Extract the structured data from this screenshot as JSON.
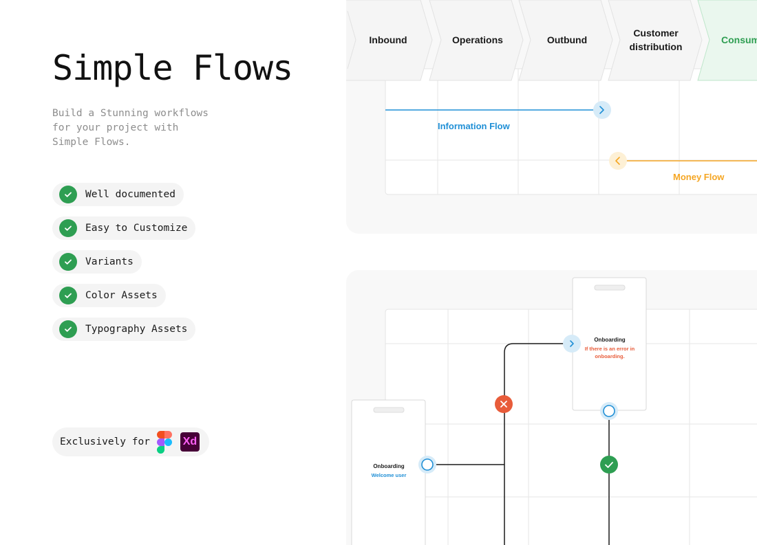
{
  "hero": {
    "title": "Simple Flows",
    "subtitle_lines": [
      "Build a Stunning workflows",
      "for your project with",
      "Simple Flows."
    ]
  },
  "features": [
    {
      "label": "Well documented"
    },
    {
      "label": "Easy to Customize"
    },
    {
      "label": "Variants"
    },
    {
      "label": "Color Assets"
    },
    {
      "label": "Typography Assets"
    }
  ],
  "exclusive": {
    "label": "Exclusively for",
    "tools": [
      "figma-icon",
      "xd-icon"
    ],
    "xd_text": "Xd"
  },
  "stages": [
    {
      "lines": [
        "Inbound"
      ]
    },
    {
      "lines": [
        "Operations"
      ]
    },
    {
      "lines": [
        "Outbund"
      ]
    },
    {
      "lines": [
        "Customer",
        "distribution"
      ]
    },
    {
      "lines": [
        "Consum"
      ]
    }
  ],
  "flows": {
    "information": {
      "label": "Information Flow",
      "color": "#1f8fd6"
    },
    "money": {
      "label": "Money Flow",
      "color": "#f5a623"
    }
  },
  "cards": {
    "onboarding_error": {
      "title": "Onboarding",
      "lines": [
        "If there is an error in",
        "onboarding."
      ],
      "color": "#e85c3a"
    },
    "onboarding_welcome": {
      "title": "Onboarding",
      "lines": [
        "Welcome user"
      ],
      "color": "#1f8fd6"
    }
  },
  "colors": {
    "success": "#2e9e52",
    "error": "#e85c3a",
    "accent_green_bg": "#eaf7ee",
    "accent_green_text": "#2e9e52"
  }
}
